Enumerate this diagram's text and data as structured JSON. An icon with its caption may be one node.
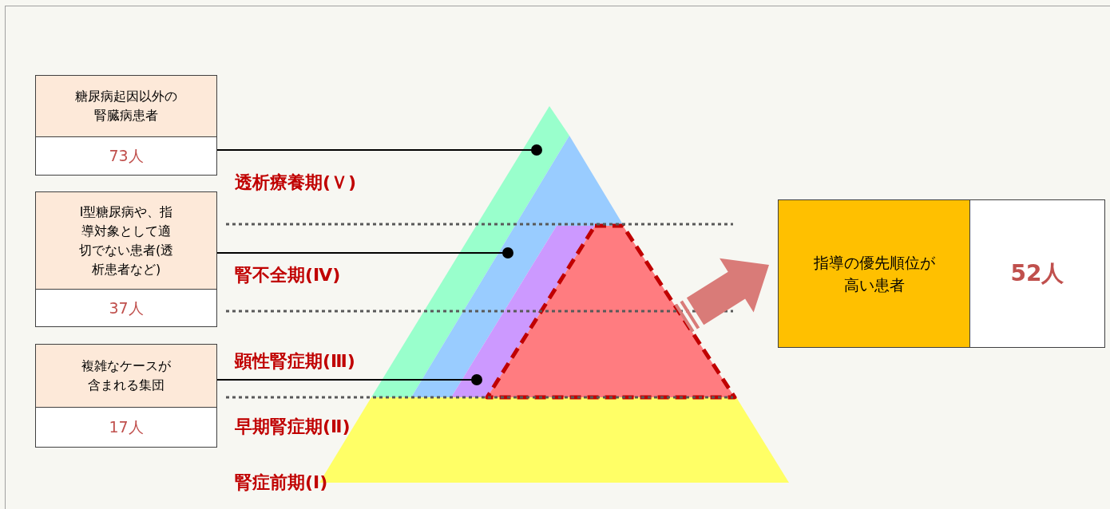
{
  "diagram": {
    "nodes": [
      {
        "text": [
          "糖尿病起因以外の腎臓病患者",
          "73人"
        ]
      },
      {
        "text": [
          "I型糖尿病や、指導対象として適切でない患者(透析患者など)",
          "37人"
        ]
      },
      {
        "text": [
          "複雑なケースが含まれる集団",
          "17人"
        ]
      },
      {
        "text": [],
        "shape": "band"
      },
      {
        "text": [],
        "shape": "band"
      },
      {
        "text": [],
        "shape": "band"
      },
      {
        "text": [],
        "shape": "box"
      },
      {
        "text": [],
        "shape": "band"
      },
      {
        "text": [
          "指導の優先順位が高い患者",
          "52人"
        ]
      }
    ],
    "edges": [
      {
        "from": 0,
        "to": 3,
        "arrow": "other"
      },
      {
        "from": 1,
        "to": 4,
        "arrow": "other"
      },
      {
        "from": 2,
        "to": 5,
        "arrow": "other"
      },
      {
        "from": 6,
        "to": 8,
        "arrow": "to",
        "style": "thick",
        "color": "#d97b78"
      }
    ],
    "labels": [
      "透析療養期(Ｖ)",
      "腎不全期(Ⅳ)",
      "顕性腎症期(Ⅲ)",
      "早期腎症期(Ⅱ)",
      "腎症前期(Ⅰ)"
    ]
  }
}
